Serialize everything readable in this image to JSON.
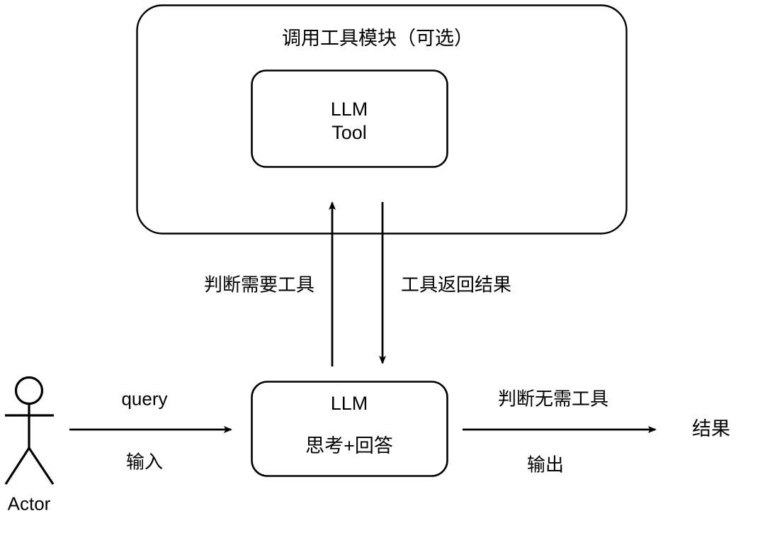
{
  "diagram": {
    "title": "调用工具模块（可选）",
    "tool_module": {
      "label": "调用工具模块（可选）",
      "inner_box": {
        "line1": "LLM",
        "line2": "Tool"
      }
    },
    "llm_box": {
      "line1": "LLM",
      "line2": "思考+回答"
    },
    "actor": {
      "label": "Actor"
    },
    "result": {
      "label": "结果"
    },
    "edges": {
      "input_top": "query",
      "input_bottom": "输入",
      "to_tool": "判断需要工具",
      "from_tool": "工具返回结果",
      "output_top": "判断无需工具",
      "output_bottom": "输出"
    },
    "colors": {
      "stroke": "#000000",
      "background": "#ffffff"
    }
  }
}
